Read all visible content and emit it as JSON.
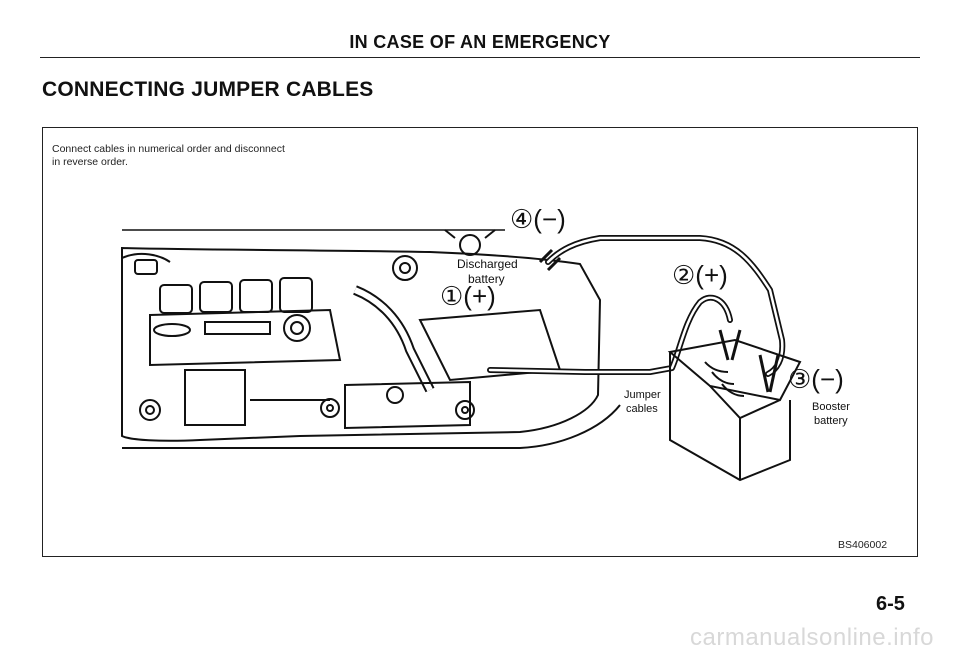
{
  "header": {
    "section": "IN CASE OF AN EMERGENCY"
  },
  "title": "CONNECTING JUMPER CABLES",
  "instructions": "Connect cables in numerical order and disconnect in reverse order.",
  "labels": {
    "step4": "④(−)",
    "step2": "②(+)",
    "step1": "①(+)",
    "step3": "③(−)",
    "discharged_line1": "Discharged",
    "discharged_line2": "battery",
    "jumper_line1": "Jumper",
    "jumper_line2": "cables",
    "booster_line1": "Booster",
    "booster_line2": "battery"
  },
  "figure_code": "BS406002",
  "page_number": "6-5",
  "watermark": "carmanualsonline.info"
}
